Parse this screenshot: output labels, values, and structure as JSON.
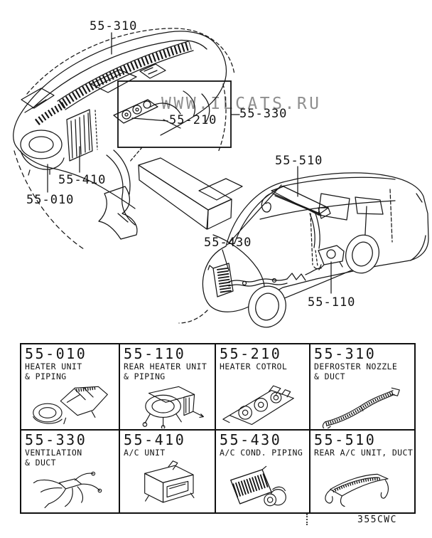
{
  "diagram": {
    "watermark": "WWW.ILCATS.RU",
    "callouts": {
      "c310": "55-310",
      "c210": "55-210",
      "c330": "55-330",
      "c410": "55-410",
      "c010": "55-010",
      "c510": "55-510",
      "c430": "55-430",
      "c110": "55-110"
    }
  },
  "table": {
    "cells": [
      {
        "part_no": "55-010",
        "description": "HEATER UNIT\n& PIPING"
      },
      {
        "part_no": "55-110",
        "description": "REAR HEATER UNIT\n& PIPING"
      },
      {
        "part_no": "55-210",
        "description": "HEATER COTROL"
      },
      {
        "part_no": "55-310",
        "description": "DEFROSTER NOZZLE\n& DUCT"
      },
      {
        "part_no": "55-330",
        "description": "VENTILATION\n& DUCT"
      },
      {
        "part_no": "55-410",
        "description": "A/C UNIT"
      },
      {
        "part_no": "55-430",
        "description": "A/C COND. PIPING"
      },
      {
        "part_no": "55-510",
        "description": "REAR A/C UNIT, DUCT"
      }
    ]
  },
  "footer": {
    "code": "355CWC"
  },
  "colors": {
    "line": "#161616",
    "watermark": "#8f8f8f",
    "background": "#ffffff"
  }
}
